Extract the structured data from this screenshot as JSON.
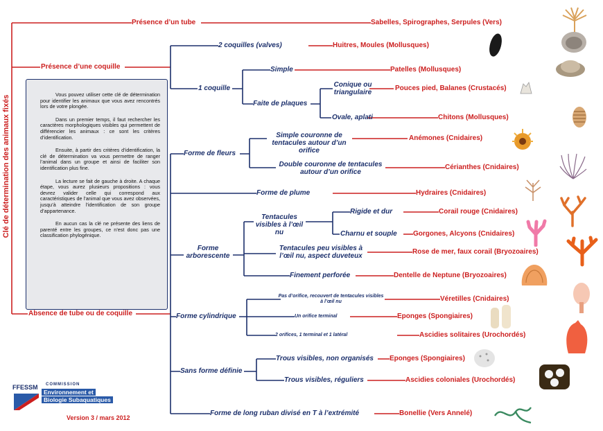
{
  "title": "Clé de détermination des animaux fixés",
  "level1": {
    "tube": "Présence d’un tube",
    "shell": "Présence d’une coquille",
    "none": "Absence de tube ou de coquille"
  },
  "shell_branch": {
    "two": "2 coquilles (valves)",
    "one": "1 coquille",
    "simple": "Simple",
    "plates": "Faite de plaques",
    "conic": "Conique ou triangulaire",
    "oval": "Ovale, aplati"
  },
  "none_branch": {
    "flower": "Forme de fleurs",
    "flower_simple": "Simple couronne de tentacules autour d’un orifice",
    "flower_double": "Double couronne de tentacules autour d’un orifice",
    "plume": "Forme de plume",
    "tree": "Forme arborescente",
    "tree_visible": "Tentacules visibles à l’œil nu",
    "tree_hard": "Rigide et dur",
    "tree_soft": "Charnu et souple",
    "tree_fuzzy": "Tentacules peu visibles à l’œil nu, aspect duveteux",
    "tree_lace": "Finement perforée",
    "cyl": "Forme cylindrique",
    "cyl_a": "Pas d’orifice, recouvert de tentacules visibles à l’œil nu",
    "cyl_b": "Un orifice terminal",
    "cyl_c": "2 orifices, 1 terminal et 1 latéral",
    "shapeless": "Sans forme définie",
    "shapeless_a": "Trous visibles, non organisés",
    "shapeless_b": "Trous visibles, réguliers",
    "ribbon": "Forme de long ruban divisé en T à l’extrémité"
  },
  "results": {
    "tube": "Sabelles, Spirographes, Serpules (Vers)",
    "mussels": "Huitres, Moules (Mollusques)",
    "limpets": "Patelles (Mollusques)",
    "barnacles": "Pouces pied, Balanes (Crustacés)",
    "chitons": "Chitons (Mollusques)",
    "anemones": "Anémones (Cnidaires)",
    "cerianthes": "Cérianthes (Cnidaires)",
    "hydraires": "Hydraires (Cnidaires)",
    "corail": "Corail rouge (Cnidaires)",
    "gorgones": "Gorgones, Alcyons (Cnidaires)",
    "rose": "Rose de mer, faux corail (Bryozoaires)",
    "dentelle": "Dentelle de Neptune (Bryozoaires)",
    "veretilles": "Véretilles (Cnidaires)",
    "eponges1": "Eponges (Spongiaires)",
    "ascidies_sol": "Ascidies solitaires (Urochordés)",
    "eponges2": "Eponges (Spongiaires)",
    "ascidies_col": "Ascidies coloniales (Urochordés)",
    "bonellie": "Bonellie (Vers Annelé)"
  },
  "info_text": [
    "Vous pouvez utiliser cette clé de détermination pour identifier les animaux que vous avez rencontrés lors de votre plongée.",
    "Dans un premier temps, il faut rechercher les caractères morphologiques visibles qui permettent de différencier les animaux : ce sont les critères d’identification.",
    "Ensuite, à partir des critères d’identification, la clé de détermination va vous permettre de ranger l’animal dans un groupe et ainsi de faciliter son identification plus fine.",
    "La lecture se fait de gauche à droite. A chaque étape, vous aurez plusieurs propositions : vous devrez valider celle qui correspond aux caractéristiques de l’animal que vous avez observées, jusqu’à atteindre l’identification de son groupe d’appartenance.",
    "En aucun cas la clé ne présente des liens de parenté entre les groupes, ce n’est donc pas une classification phylogénique."
  ],
  "logo": {
    "brand": "FFESSM",
    "commission": "COMMISSION",
    "line1": "Environnement et",
    "line2": "Biologie Subaquatiques"
  },
  "version": "Version 3 / mars 2012",
  "colors": {
    "red": "#cc1f1f",
    "navy": "#1b2f6b",
    "panel": "#e8e9ec"
  }
}
